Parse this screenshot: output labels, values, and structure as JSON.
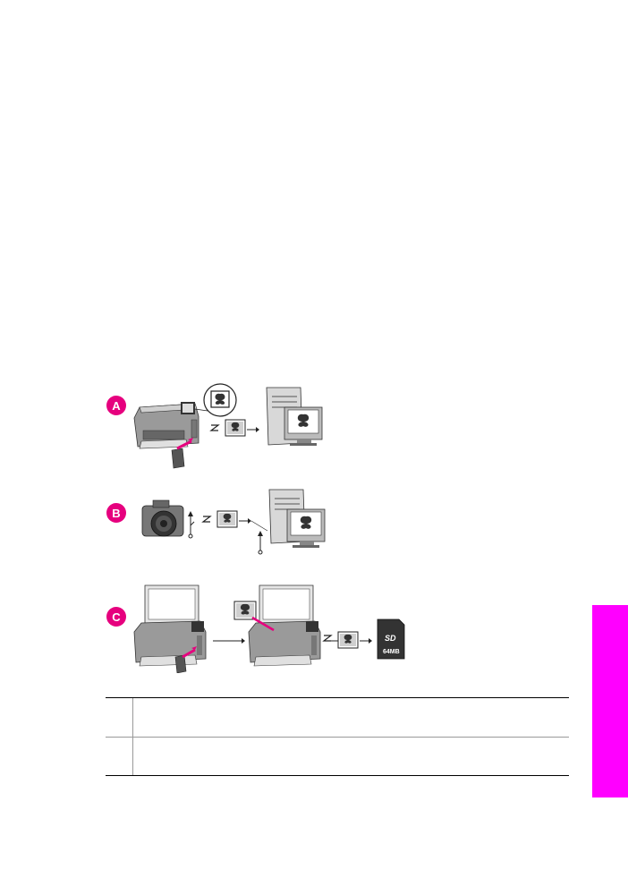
{
  "figures": [
    {
      "label": "A",
      "caption": ""
    },
    {
      "label": "B",
      "caption": ""
    },
    {
      "label": "C",
      "caption": ""
    }
  ],
  "sd_card": {
    "brand": "SD",
    "capacity": "64MB"
  },
  "table": {
    "rows": [
      {
        "num": "",
        "text": ""
      },
      {
        "num": "",
        "text": ""
      }
    ]
  },
  "colors": {
    "accent": "#e6007e",
    "tab": "#ff00ff"
  }
}
